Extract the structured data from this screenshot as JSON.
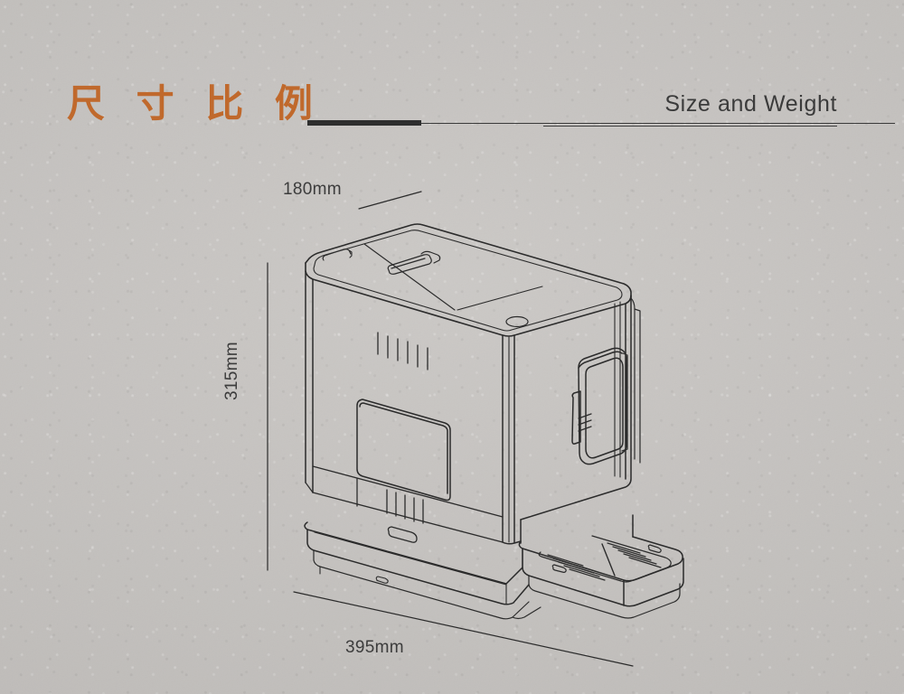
{
  "page": {
    "background_color": "#c6c3c0",
    "accent_color": "#c0692c",
    "line_color": "#2e2e2e",
    "text_color": "#3c3c3c"
  },
  "header": {
    "title_cn": "尺 寸 比 例",
    "title_en": "Size and Weight"
  },
  "dimensions": {
    "width_top": "180mm",
    "height_left": "315mm",
    "depth_bottom": "395mm"
  },
  "product": {
    "type": "capsule-coffee-machine",
    "view": "isometric-line-drawing",
    "parts": [
      "top-lid",
      "lid-latch-handle",
      "round-button",
      "left-side-vent-slots",
      "front-access-panel",
      "lower-vent-slots",
      "oval-indicator",
      "side-dispenser-module",
      "drip-tray-grille",
      "base-plinth"
    ]
  }
}
